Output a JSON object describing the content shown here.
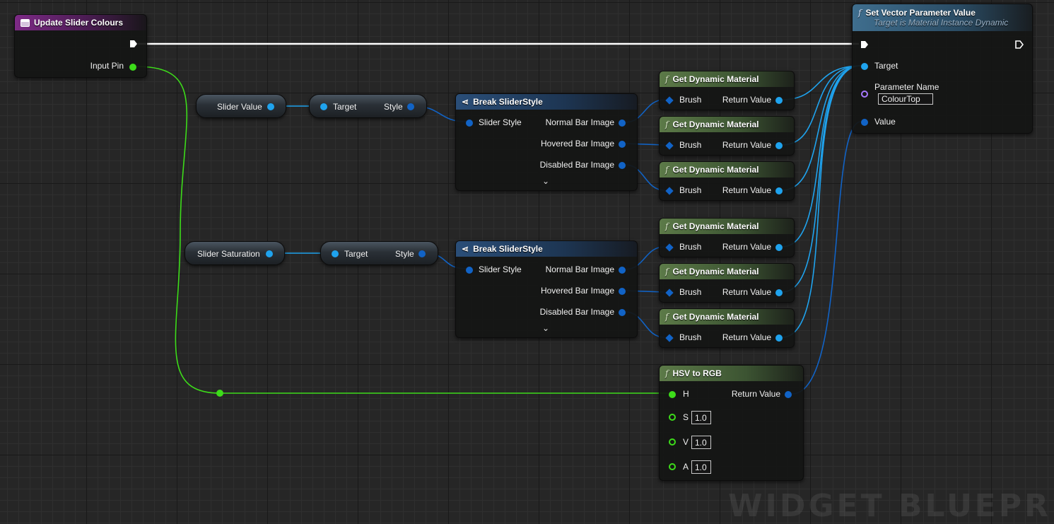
{
  "colors": {
    "exec": "#ffffff",
    "object_pin": "#1fa3ee",
    "struct_pin": "#1163c6",
    "float_pin": "#3ddc1a",
    "name_pin": "#a879ff",
    "event_header": "#7d2a86",
    "function_header": "#3f6e8e",
    "pure_header": "#5c7a48"
  },
  "event_node": {
    "title": "Update Slider Colours",
    "output_pin": "Input Pin",
    "icon": "event-icon"
  },
  "set_vector_node": {
    "title": "Set Vector Parameter Value",
    "subtitle": "Target is Material Instance Dynamic",
    "pin_target": "Target",
    "pin_parameter_name": "Parameter Name",
    "parameter_name_value": "ColourTop",
    "pin_value": "Value"
  },
  "var_nodes": [
    {
      "label": "Slider Value"
    },
    {
      "label": "Slider Saturation"
    }
  ],
  "style_getters": [
    {
      "target_label": "Target",
      "style_label": "Style"
    },
    {
      "target_label": "Target",
      "style_label": "Style"
    }
  ],
  "break_nodes": [
    {
      "title": "Break SliderStyle",
      "input": "Slider Style",
      "outputs": [
        "Normal Bar Image",
        "Hovered Bar Image",
        "Disabled Bar Image"
      ]
    },
    {
      "title": "Break SliderStyle",
      "input": "Slider Style",
      "outputs": [
        "Normal Bar Image",
        "Hovered Bar Image",
        "Disabled Bar Image"
      ]
    }
  ],
  "dyn_mat_nodes": [
    {
      "title": "Get Dynamic Material",
      "input": "Brush",
      "output": "Return Value"
    },
    {
      "title": "Get Dynamic Material",
      "input": "Brush",
      "output": "Return Value"
    },
    {
      "title": "Get Dynamic Material",
      "input": "Brush",
      "output": "Return Value"
    },
    {
      "title": "Get Dynamic Material",
      "input": "Brush",
      "output": "Return Value"
    },
    {
      "title": "Get Dynamic Material",
      "input": "Brush",
      "output": "Return Value"
    },
    {
      "title": "Get Dynamic Material",
      "input": "Brush",
      "output": "Return Value"
    }
  ],
  "hsv_node": {
    "title": "HSV to RGB",
    "pin_h": "H",
    "pin_s": "S",
    "s_value": "1.0",
    "pin_v": "V",
    "v_value": "1.0",
    "pin_a": "A",
    "a_value": "1.0",
    "output": "Return Value"
  },
  "watermark": "WIDGET BLUEPRINT"
}
